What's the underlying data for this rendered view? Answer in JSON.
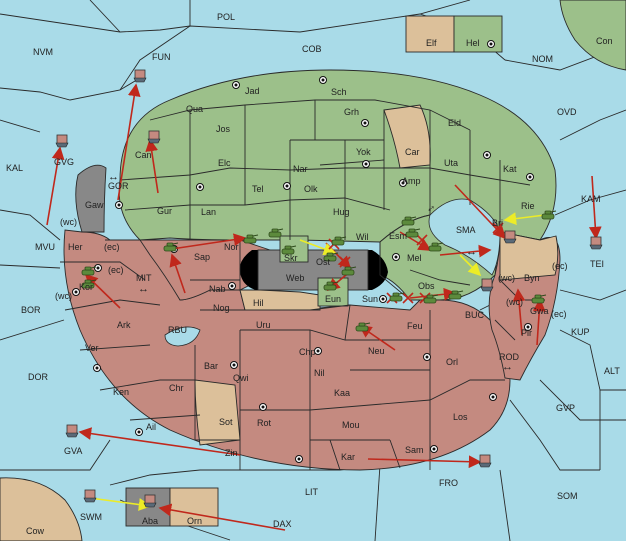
{
  "map_title": "",
  "colors": {
    "sea": "#a9dbe8",
    "green_power": "#9cc08a",
    "red_power": "#c48a80",
    "tan_power": "#dcc09a",
    "neutral_land": "#c9c9c9",
    "impassable": "#000000",
    "move_order": "#c0281c",
    "support_order": "#ecec27"
  },
  "sea_labels": {
    "pol": "POL",
    "nvm": "NVM",
    "fun": "FUN",
    "cob": "COB",
    "nom": "NOM",
    "con": "Con",
    "ovd": "OVD",
    "kal": "KAL",
    "gvg": "GVG",
    "gor": "GOR",
    "mvu": "MVU",
    "kam": "KAM",
    "tei": "TEI",
    "sma": "SMA",
    "mit": "MIT",
    "bor": "BOR",
    "rbu": "RBU",
    "buc": "BUC",
    "kup": "KUP",
    "dor": "DOR",
    "rod": "ROD",
    "alt": "ALT",
    "gvp": "GVP",
    "gva": "GVA",
    "fro": "FRO",
    "lit": "LIT",
    "som": "SOM",
    "swm": "SWM",
    "cow": "Cow",
    "dax": "DAX"
  },
  "land_labels": {
    "elf": "Elf",
    "hel": "Hel",
    "jad": "Jad",
    "sch": "Sch",
    "qua": "Qua",
    "jos": "Jos",
    "grh": "Grh",
    "eld": "Eld",
    "can": "Can",
    "car": "Car",
    "yok": "Yok",
    "elc": "Elc",
    "nar": "Nar",
    "uta": "Uta",
    "kat": "Kat",
    "tel": "Tel",
    "olk": "Olk",
    "amp": "Amp",
    "gaw": "Gaw",
    "gur": "Gur",
    "lan": "Lan",
    "hug": "Hug",
    "rie": "Rie",
    "bri": "Bri",
    "esm": "Esm",
    "wil": "Wil",
    "her": "Her",
    "nor": "Nor",
    "skr": "Skr",
    "ost": "Ost",
    "mel": "Mel",
    "sap": "Sap",
    "web": "Web",
    "kor": "Kor",
    "nab": "Nab",
    "hil": "Hil",
    "eun": "Eun",
    "sun": "Sun",
    "obs": "Obs",
    "byn": "Byn",
    "gwa": "Gwa",
    "nog": "Nog",
    "pir": "Pir",
    "ark": "Ark",
    "uru": "Uru",
    "feu": "Feu",
    "ver": "Ver",
    "chp": "Chp",
    "neu": "Neu",
    "orl": "Orl",
    "bar": "Bar",
    "qwi": "Qwi",
    "nil": "Nil",
    "ken": "Ken",
    "chr": "Chr",
    "kaa": "Kaa",
    "sot": "Sot",
    "rot": "Rot",
    "ail": "Ail",
    "mou": "Mou",
    "los": "Los",
    "zin": "Zin",
    "sam": "Sam",
    "kar": "Kar",
    "aba": "Aba",
    "orn": "Orn"
  },
  "coast_tags": {
    "wc_gaw": "(wc)",
    "ec_her": "(ec)",
    "ec_kor": "(ec)",
    "wc_kor": "(wc)",
    "wc_byn": "(wc)",
    "ec_byn": "(ec)",
    "wc_gwa": "(wc)",
    "ec_gwa": "(ec)"
  },
  "strait_markers": [
    "↔",
    "↔",
    "↔",
    "↔",
    "↔"
  ]
}
